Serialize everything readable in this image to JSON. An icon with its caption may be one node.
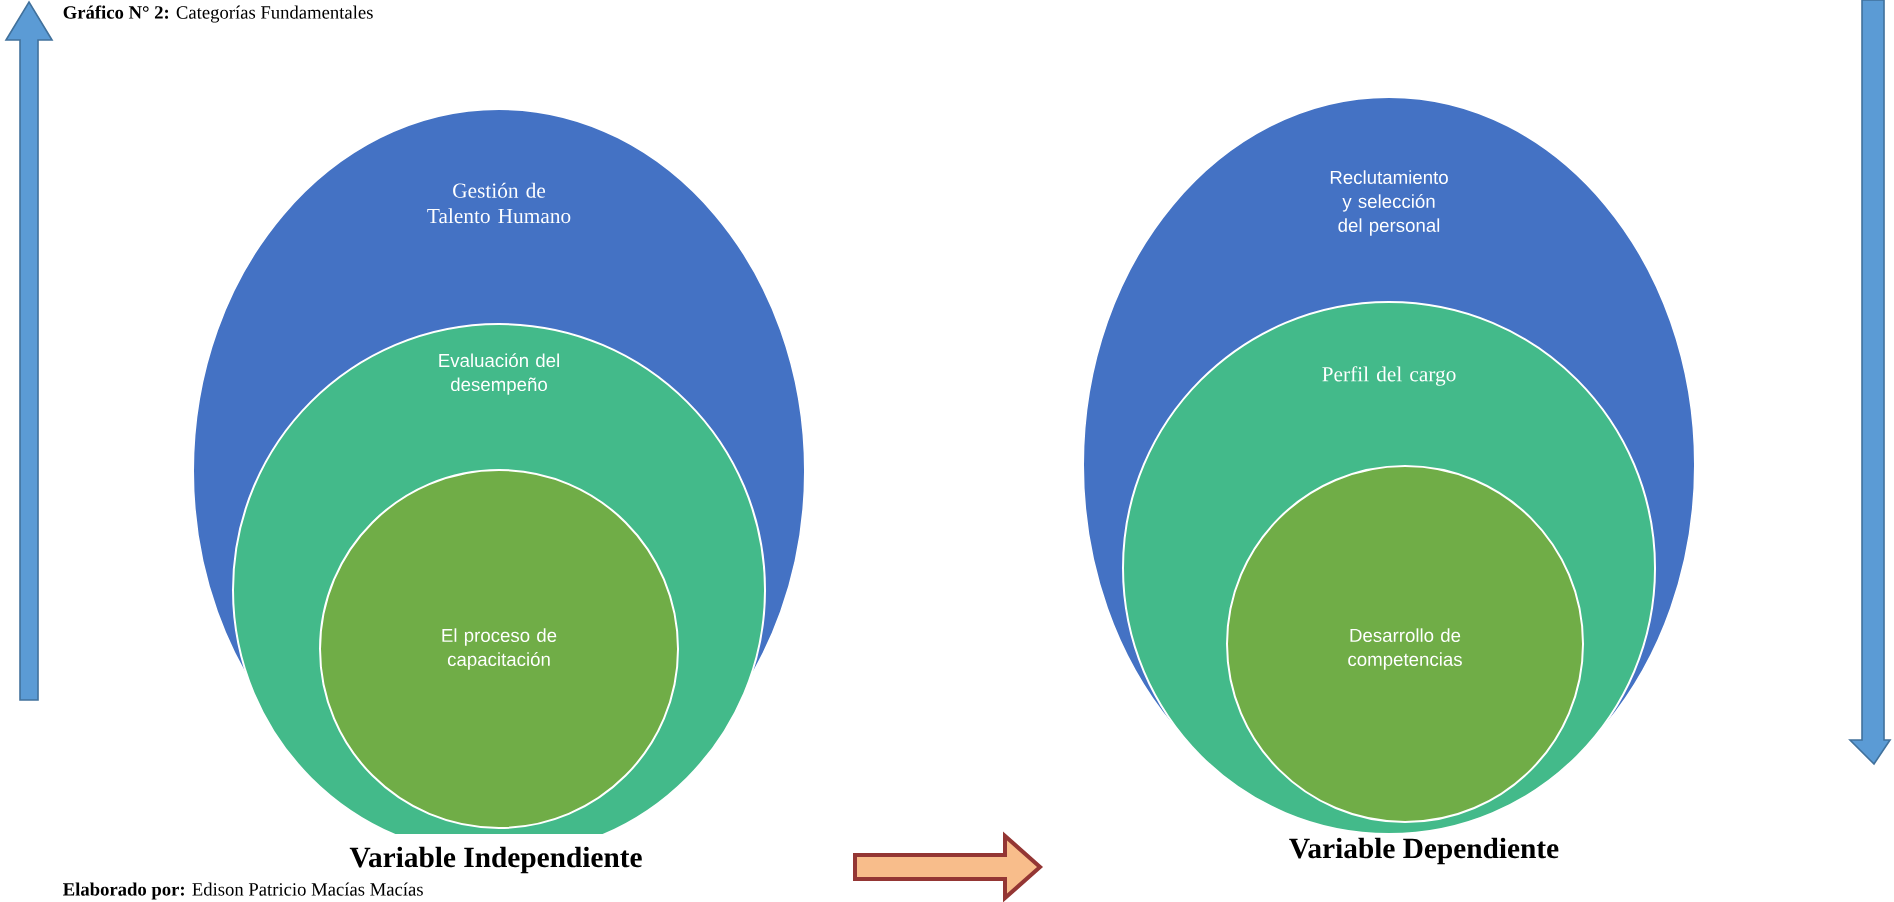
{
  "diagram": {
    "title": "**Gráfico N° 2:** Categorías Fundamentales",
    "nodes": [
      {
        "text": [
          "Gestión de Talento Humano"
        ]
      },
      {
        "text": [
          "Evaluación del desempeño"
        ],
        "in": 0
      },
      {
        "text": [
          "El proceso de capacitación"
        ],
        "in": 1
      },
      {
        "text": [
          "Reclutamiento y selección del personal"
        ]
      },
      {
        "text": [
          "Perfil del cargo"
        ],
        "in": 3
      },
      {
        "text": [
          "Desarrollo de competencias"
        ],
        "in": 4
      }
    ],
    "edges": [],
    "labels": [
      "Variable Independiente",
      "Variable Dependiente",
      "**Elaborado por:** Edison Patricio Macías Macías"
    ]
  }
}
